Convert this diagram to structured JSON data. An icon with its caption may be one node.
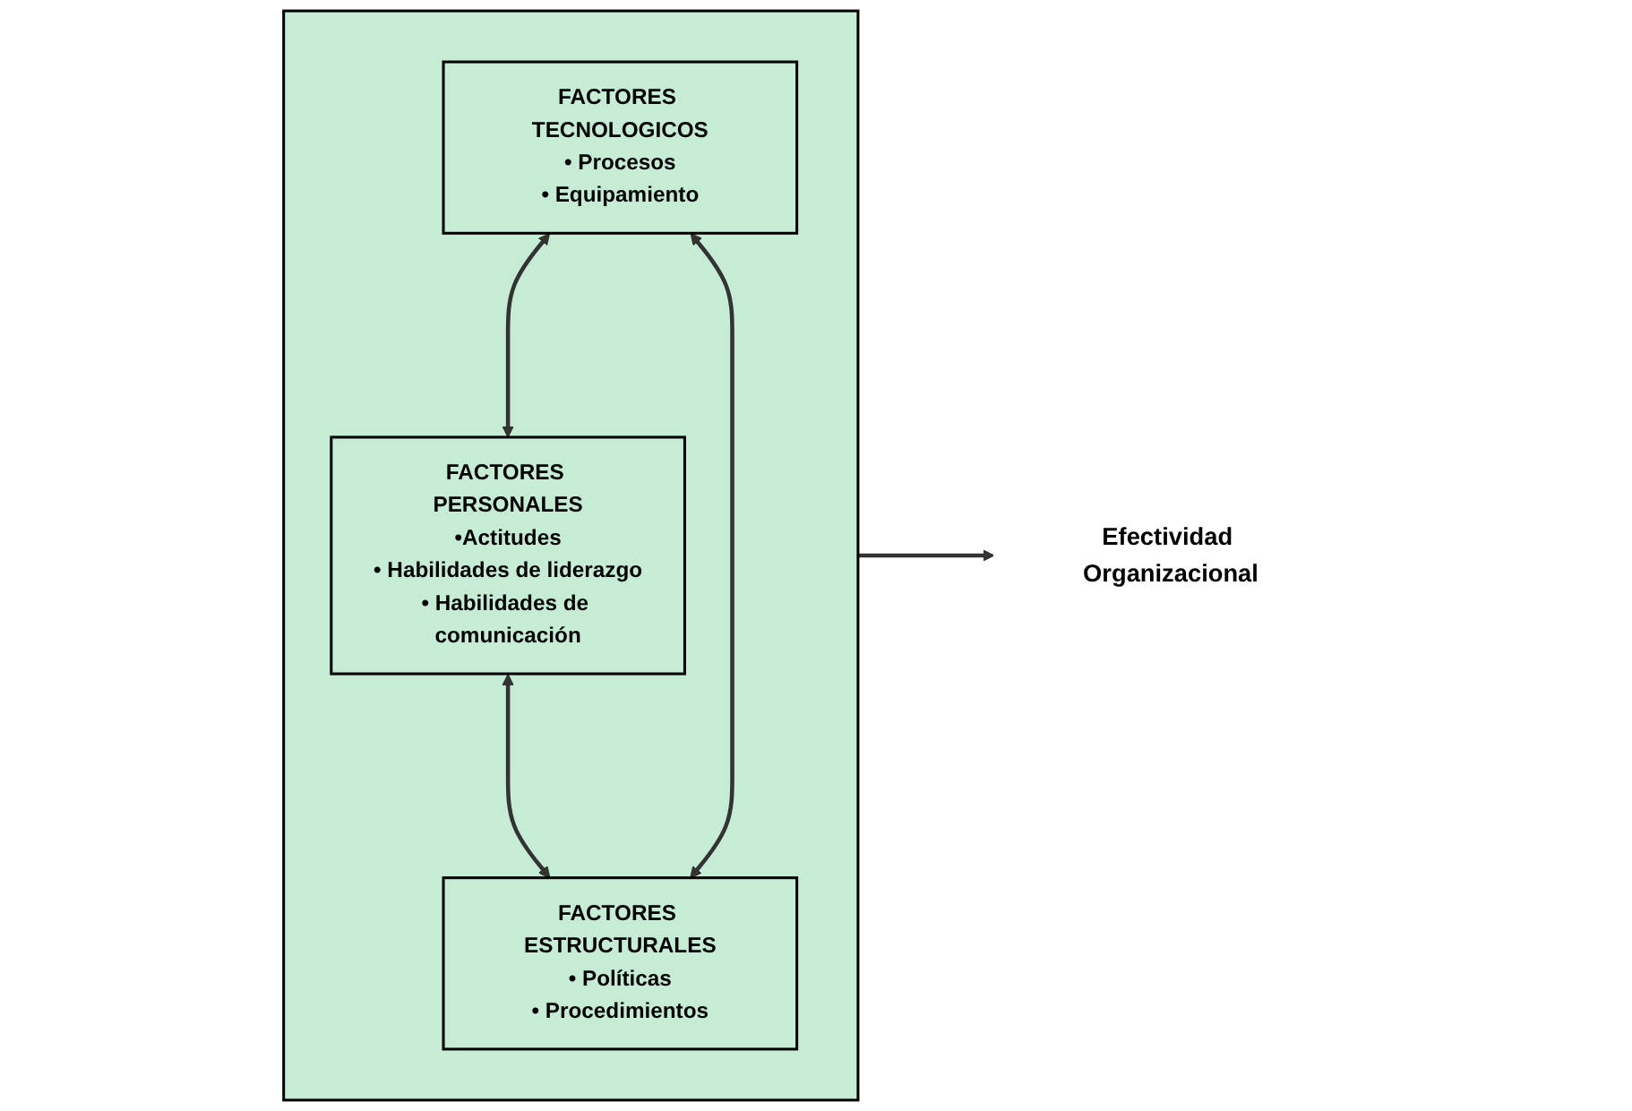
{
  "diagram": {
    "nodes": [
      {
        "text": [],
        "shape": "box"
      },
      {
        "text": [
          "FACTORES TECNOLOGICOS",
          "• Procesos",
          "• Equipamiento"
        ],
        "in": 0
      },
      {
        "text": [
          "FACTORES PERSONALES",
          "•Actitudes",
          "• Habilidades de liderazgo",
          "• Habilidades de comunicación"
        ],
        "in": 0
      },
      {
        "text": [
          "FACTORES ESTRUCTURALES",
          "• Políticas",
          "• Procedimientos"
        ],
        "in": 0
      },
      {
        "text": [
          "Efectividad Organizacional"
        ]
      }
    ],
    "edges": [
      {
        "from": 1,
        "to": 2,
        "arrow": "both"
      },
      {
        "from": 2,
        "to": 3,
        "arrow": "both"
      },
      {
        "from": 1,
        "to": 3,
        "arrow": "both"
      },
      {
        "from": 0,
        "to": 4,
        "arrow": "to"
      }
    ]
  }
}
